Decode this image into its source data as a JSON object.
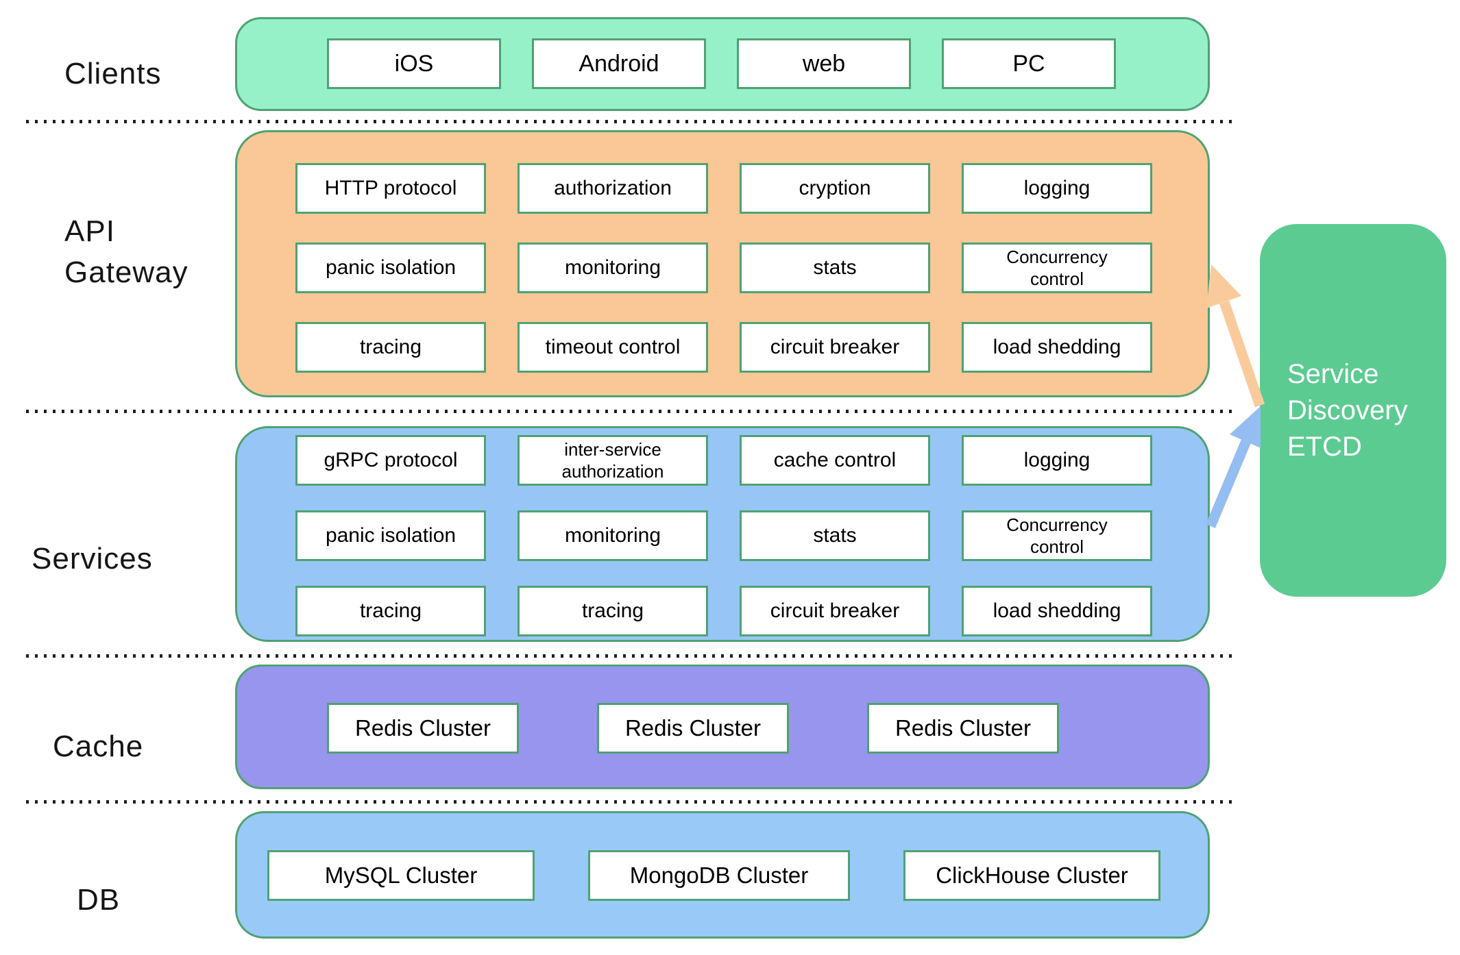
{
  "diagram": {
    "layers": [
      {
        "label": "Clients",
        "items": [
          "iOS",
          "Android",
          "web",
          "PC"
        ]
      },
      {
        "label": "API Gateway",
        "items": [
          "HTTP protocol",
          "authorization",
          "cryption",
          "logging",
          "panic isolation",
          "monitoring",
          "stats",
          "Concurrency control",
          "tracing",
          "timeout control",
          "circuit breaker",
          "load shedding"
        ]
      },
      {
        "label": "Services",
        "items": [
          "gRPC protocol",
          "inter-service authorization",
          "cache control",
          "logging",
          "panic isolation",
          "monitoring",
          "stats",
          "Concurrency control",
          "tracing",
          "tracing",
          "circuit breaker",
          "load shedding"
        ]
      },
      {
        "label": "Cache",
        "items": [
          "Redis Cluster",
          "Redis Cluster",
          "Redis Cluster"
        ]
      },
      {
        "label": "DB",
        "items": [
          "MySQL Cluster",
          "MongoDB Cluster",
          "ClickHouse Cluster"
        ]
      }
    ],
    "service_discovery": {
      "label": "Service Discovery ETCD"
    },
    "colors": {
      "clients_fill": "#96F0C8",
      "api_gateway_fill": "#F9C896",
      "services_fill": "#97C6F6",
      "cache_fill": "#9795EE",
      "db_fill": "#99C9F7",
      "discovery_fill": "#5CCB92",
      "outline_green": "#4FA273",
      "arrow_orange": "#F9CB9C",
      "arrow_blue": "#94BDF2",
      "separator": "#1F1F1F",
      "text_dark": "#0A0A0A",
      "text_light": "#FFFFFF"
    }
  }
}
